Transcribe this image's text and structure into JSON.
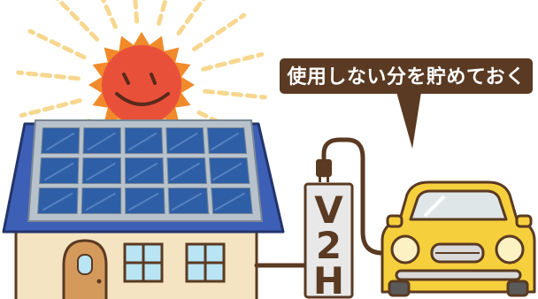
{
  "speech_bubble": {
    "text": "使用しない分を貯めておく"
  },
  "v2h_unit": {
    "letters": [
      "V",
      "2",
      "H"
    ]
  },
  "colors": {
    "sun": "#e9503a",
    "sun_rays": "#f7d78f",
    "roof": "#3d5fb6",
    "panel": "#2e5fa6",
    "panel_frame": "#b7c2cc",
    "wall": "#f4e4c1",
    "door": "#d49a5c",
    "window": "#b9e4f4",
    "car": "#f6cf3c",
    "cable": "#5a3a22",
    "bubble": "#5a3a22",
    "v2h_box": "#e8e8e8"
  }
}
